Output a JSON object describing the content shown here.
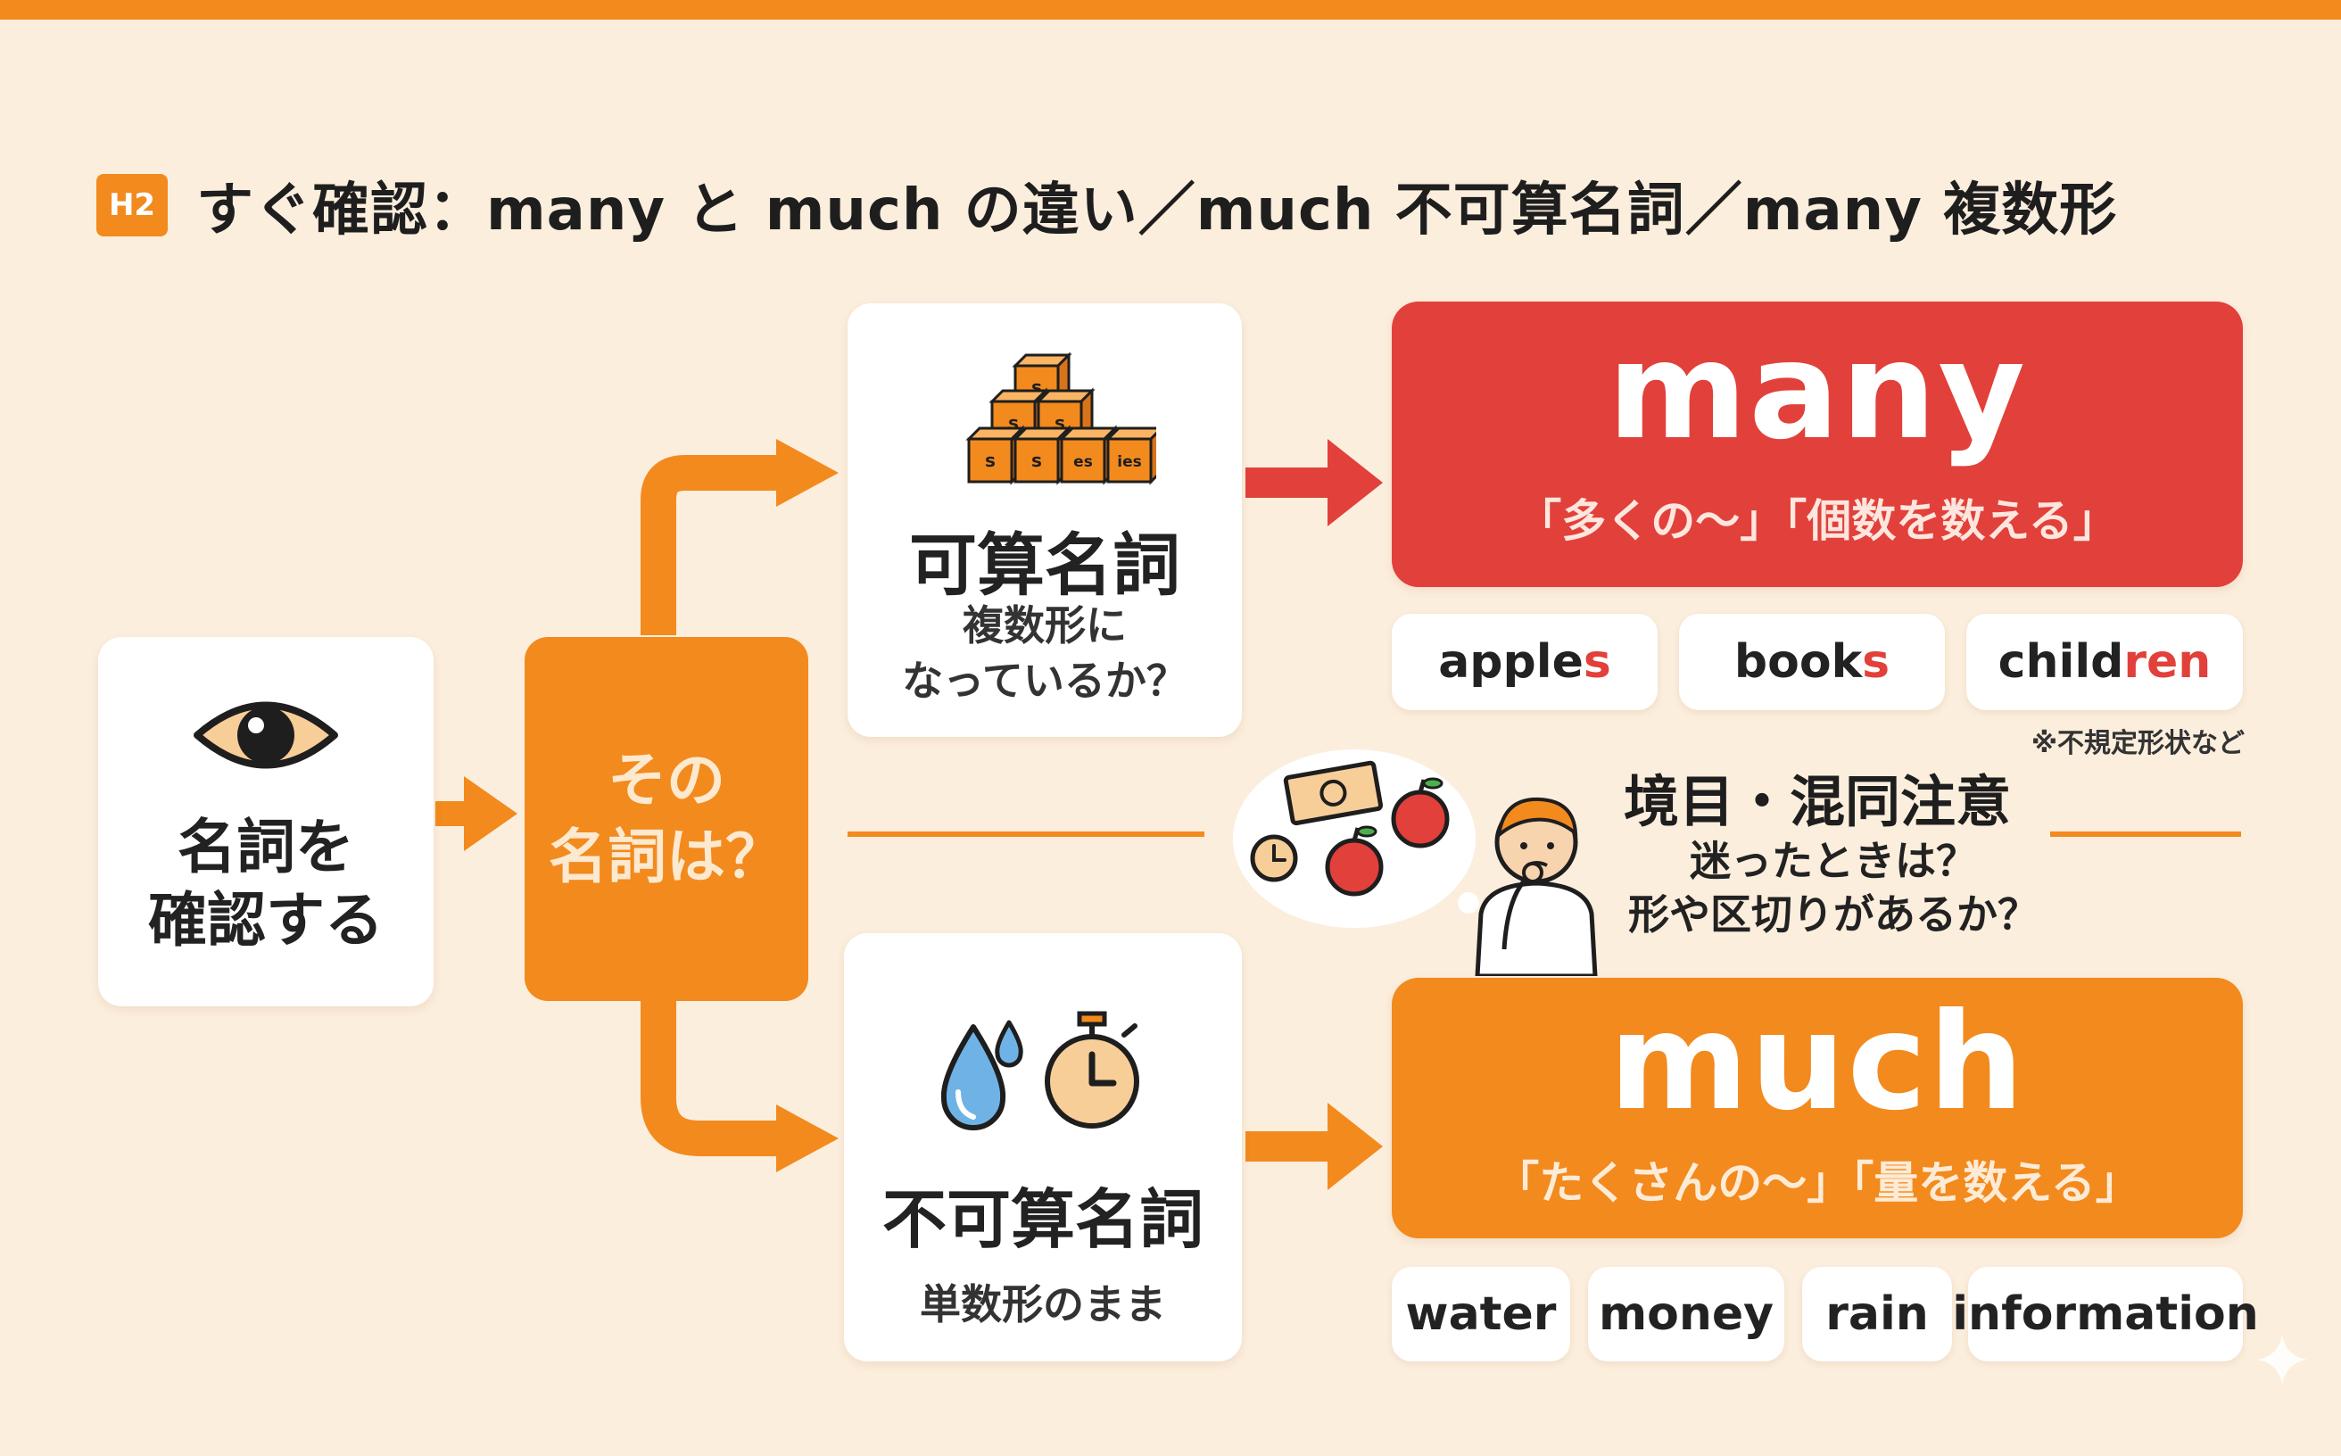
{
  "header": {
    "badge": "H2",
    "title": "すぐ確認：many と much の違い／much 不可算名詞／many 複数形"
  },
  "flow": {
    "start_line1": "名詞を",
    "start_line2": "確認する",
    "question_line1": "その",
    "question_line2": "名詞は？"
  },
  "countable": {
    "title": "可算名詞",
    "sub1": "複数形に",
    "sub2": "なっているか？",
    "cube_labels": [
      "s",
      "s",
      "s",
      "s",
      "s",
      "es",
      "ies"
    ]
  },
  "uncountable": {
    "title": "不可算名詞",
    "sub": "単数形のまま"
  },
  "many": {
    "word": "many",
    "meaning": "「多くの～」「個数を数える」",
    "examples": [
      {
        "stem": "apple",
        "suffix": "s"
      },
      {
        "stem": "book",
        "suffix": "s"
      },
      {
        "stem": "child",
        "suffix": "ren"
      }
    ],
    "note": "※不規定形状など"
  },
  "much": {
    "word": "much",
    "meaning": "「たくさんの～」「量を数える」",
    "examples": [
      "water",
      "money",
      "rain",
      "information"
    ]
  },
  "boundary": {
    "title": "境目・混同注意",
    "line1": "迷ったときは？",
    "line2": "形や区切りがあるか？"
  },
  "colors": {
    "accent_orange": "#F28A1E",
    "many_red": "#E2403A",
    "background": "#FCEEDD"
  }
}
